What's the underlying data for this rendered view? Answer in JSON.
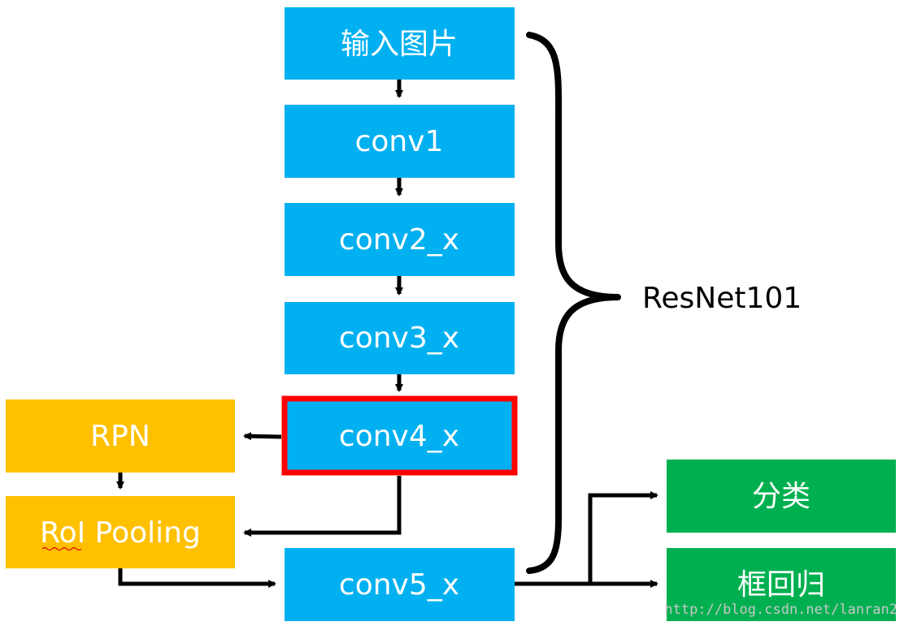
{
  "colors": {
    "blue": "#00b0f0",
    "orange": "#ffc000",
    "green": "#00b050",
    "highlight": "#ff0000",
    "arrow": "#000000"
  },
  "nodes": {
    "input": "输入图片",
    "conv1": "conv1",
    "conv2": "conv2_x",
    "conv3": "conv3_x",
    "conv4": "conv4_x",
    "conv5": "conv5_x",
    "rpn": "RPN",
    "roi": "RoI Pooling",
    "cls": "分类",
    "reg": "框回归"
  },
  "brace_label": "ResNet101",
  "watermark": "http://blog.csdn.net/lanran2"
}
